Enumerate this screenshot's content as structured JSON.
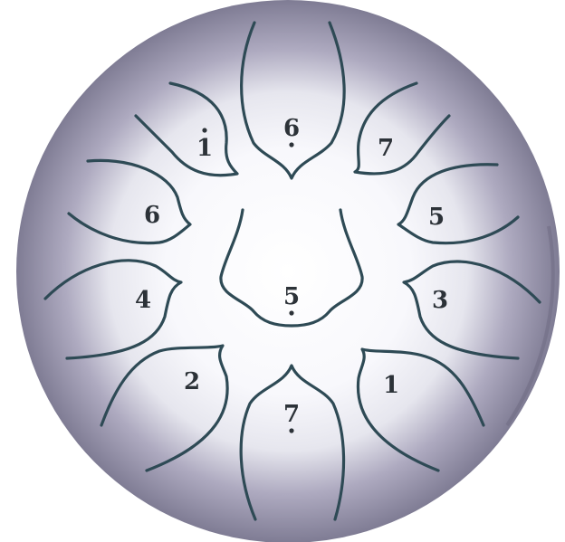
{
  "drum": {
    "tongues": [
      {
        "id": "top",
        "number": "6",
        "octave": "low"
      },
      {
        "id": "upper-left-inner",
        "number": "1",
        "octave": "high"
      },
      {
        "id": "upper-right",
        "number": "7",
        "octave": "none"
      },
      {
        "id": "left-upper",
        "number": "6",
        "octave": "none"
      },
      {
        "id": "right-upper",
        "number": "5",
        "octave": "none"
      },
      {
        "id": "left-lower",
        "number": "4",
        "octave": "none"
      },
      {
        "id": "right-lower",
        "number": "3",
        "octave": "none"
      },
      {
        "id": "lower-left",
        "number": "2",
        "octave": "none"
      },
      {
        "id": "lower-right",
        "number": "1",
        "octave": "none"
      },
      {
        "id": "bottom",
        "number": "7",
        "octave": "low"
      },
      {
        "id": "center",
        "number": "5",
        "octave": "low"
      }
    ],
    "colors": {
      "rim": "#7d7a92",
      "highlight": "#ffffff",
      "line": "#2e4a55",
      "text": "#2c3238"
    }
  }
}
